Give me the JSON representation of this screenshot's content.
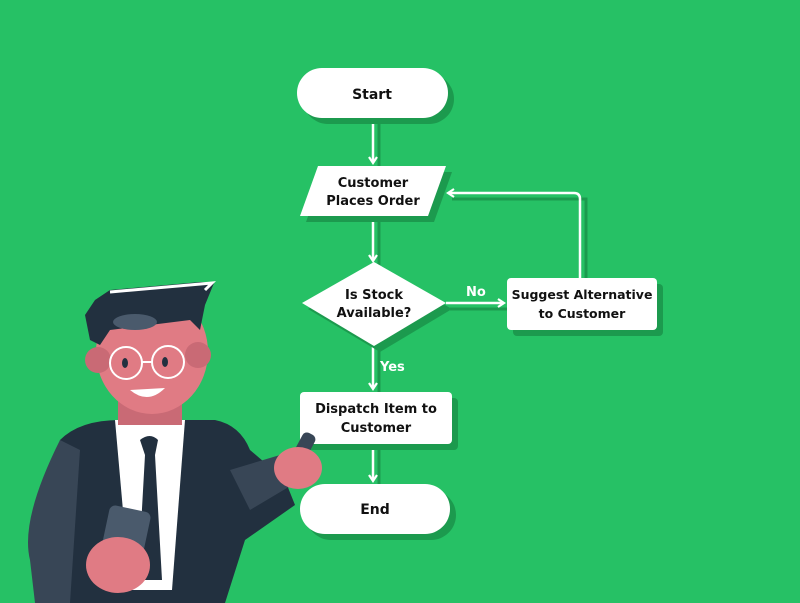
{
  "colors": {
    "background": "#26c165",
    "shadow": "#1c9a4e",
    "node_fill": "#ffffff",
    "text": "#111111",
    "suit": "#22303f",
    "skin": "#e07b84"
  },
  "flowchart": {
    "start": "Start",
    "order": [
      "Customer",
      "Places Order"
    ],
    "decision": [
      "Is Stock",
      "Available?"
    ],
    "alternative": [
      "Suggest Alternative",
      "to Customer"
    ],
    "dispatch": [
      "Dispatch Item to",
      "Customer"
    ],
    "end": "End",
    "label_no": "No",
    "label_yes": "Yes"
  }
}
